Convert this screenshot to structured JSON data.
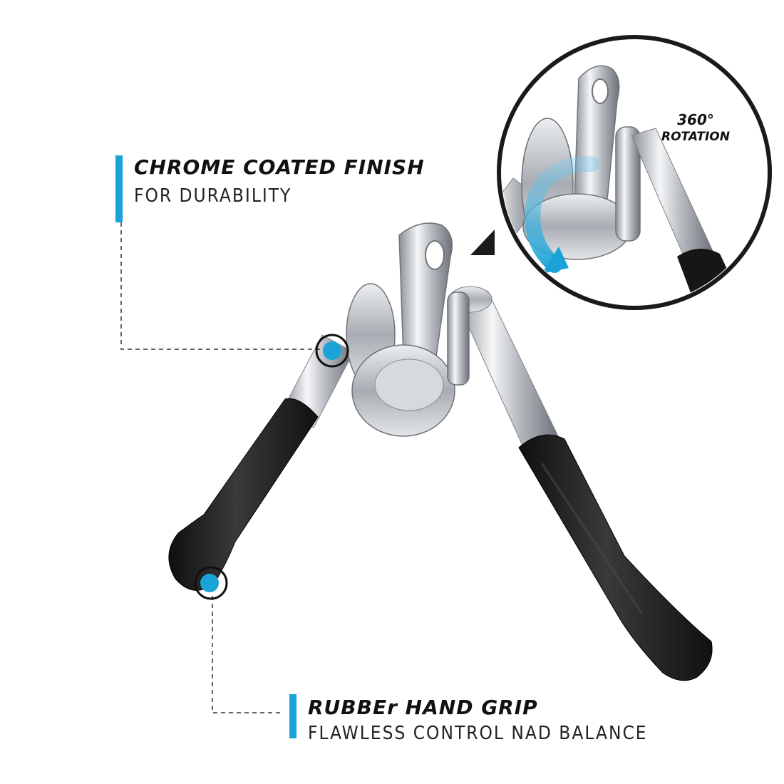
{
  "callouts": {
    "chrome": {
      "title": "CHROME COATED FINISH",
      "subtitle": "FOR DURABILITY"
    },
    "grip": {
      "title": "RUBBEr HAND GRIP",
      "subtitle": "FLAWLESS CONTROL NAD BALANCE"
    }
  },
  "rotation": {
    "degrees": "360°",
    "label": "ROTATION"
  },
  "colors": {
    "accent": "#1aa3d6",
    "text": "#111111",
    "rubber": "#1f1f1f",
    "chrome": "#c9ccd1"
  },
  "icons": {
    "chrome_marker": "hotspot-marker",
    "grip_marker": "hotspot-marker",
    "zoom_pointer": "triangle-pointer",
    "rotation_arrow": "curved-arrow"
  }
}
